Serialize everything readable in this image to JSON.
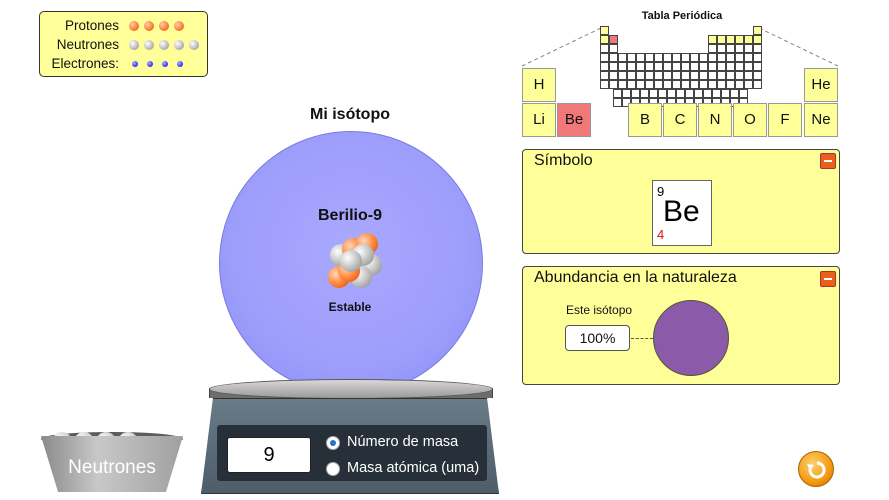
{
  "legend": {
    "protons_label": "Protones",
    "neutrons_label": "Neutrones",
    "electrons_label": "Electrones:",
    "protons_count": 4,
    "neutrons_count": 5,
    "electrons_count": 4
  },
  "isotope": {
    "title": "Mi isótopo",
    "element_name": "Berilio-9",
    "stability": "Estable"
  },
  "scale": {
    "value": "9",
    "options": [
      {
        "label": "Número de masa",
        "selected": true
      },
      {
        "label": "Masa atómica (uma)",
        "selected": false
      }
    ]
  },
  "bucket": {
    "label": "Neutrones"
  },
  "periodic_table": {
    "title": "Tabla Periódica",
    "row1": [
      "H",
      "He"
    ],
    "row2": [
      "Li",
      "Be",
      "B",
      "C",
      "N",
      "O",
      "F",
      "Ne"
    ],
    "selected": "Be"
  },
  "symbol_panel": {
    "title": "Símbolo",
    "mass_number": "9",
    "symbol": "Be",
    "atomic_number": "4"
  },
  "abundance_panel": {
    "title": "Abundancia en la naturaleza",
    "this_isotope_label": "Este isótopo",
    "value": "100%",
    "fraction": 1.0
  },
  "colors": {
    "panel_bg": "#ffff99",
    "selected_cell": "#f07878",
    "abundance_pie": "#8b5aa8",
    "atom_cloud": "#9d9dfb",
    "accent_orange": "#e8601c"
  },
  "icons": {
    "collapse": "minus-icon",
    "reset": "reset-icon"
  }
}
